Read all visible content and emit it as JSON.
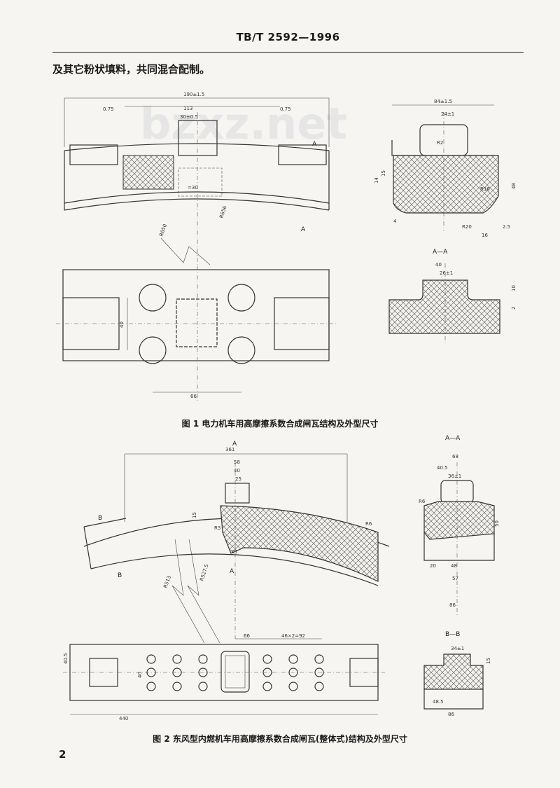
{
  "header": {
    "standard_number": "TB/T 2592—1996"
  },
  "body_text": "及其它粉状填料，共同混合配制。",
  "figures": [
    {
      "caption": "图 1   电力机车用高摩擦系数合成闸瓦结构及外型尺寸",
      "section_labels": [
        "A—A"
      ],
      "view_labels": [
        "A",
        "A"
      ],
      "dimensions": [
        "190±1.5",
        "113",
        "30±0.5",
        "0.75",
        "0.75",
        "R650",
        "R656",
        "40",
        "66",
        "84±1.5",
        "24±1",
        "R2",
        "15",
        "14",
        "48",
        "R16",
        "R20",
        "2.5",
        "16",
        "4",
        "40",
        "26±1",
        "10",
        "2"
      ]
    },
    {
      "caption": "图 2   东风型内燃机车用高摩擦系数合成闸瓦(整体式)结构及外型尺寸",
      "section_labels": [
        "A—A",
        "B—B",
        "B",
        "B"
      ],
      "view_labels": [
        "A",
        "A"
      ],
      "dimensions": [
        "361",
        "58",
        "40",
        "25",
        "15",
        "R3",
        "25",
        "R6",
        "R513",
        "R527.5",
        "68",
        "40.5",
        "36±1",
        "R6",
        "50",
        "20",
        "48",
        "57",
        "86",
        "66",
        "46×2=92",
        "40",
        "440",
        "40.5",
        "34±1",
        "15",
        "48.5",
        "86"
      ]
    }
  ],
  "watermark": "bzxz.net",
  "page_number": "2"
}
